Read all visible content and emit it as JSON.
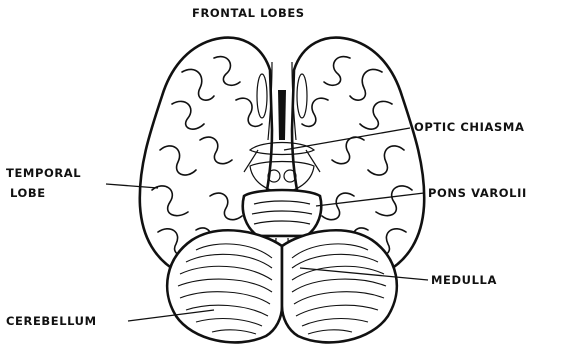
{
  "diagram": {
    "labels": {
      "frontal_lobes": "FRONTAL LOBES",
      "optic_chiasma": "OPTIC CHIASMA",
      "temporal_lobe_line1": "TEMPORAL",
      "temporal_lobe_line2": "LOBE",
      "pons_varolii": "PONS VAROLII",
      "medulla": "MEDULLA",
      "cerebellum": "CEREBELLUM"
    },
    "colors": {
      "ink": "#111111",
      "paper": "#ffffff"
    }
  }
}
